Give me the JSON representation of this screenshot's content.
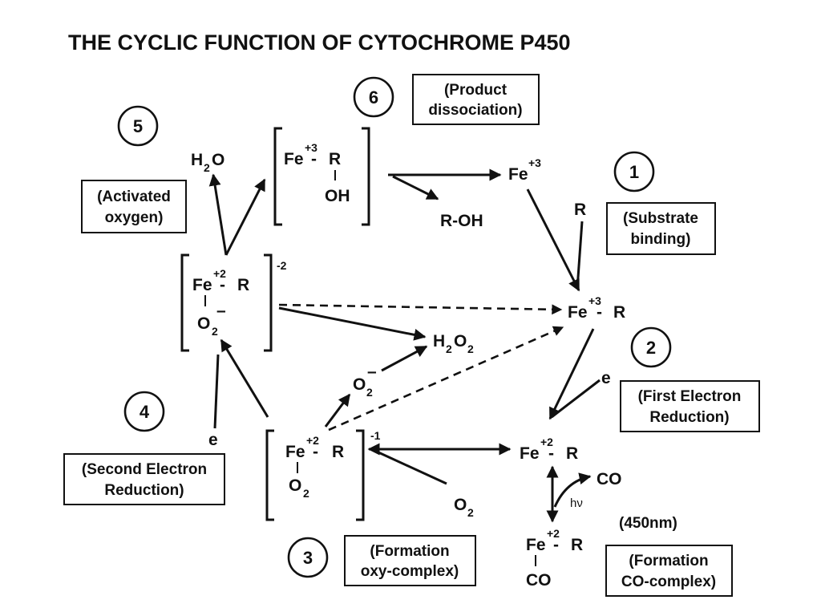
{
  "title": "THE CYCLIC FUNCTION OF CYTOCHROME P450",
  "steps": [
    {
      "number": "1",
      "label_line1": "(Substrate",
      "label_line2": "binding)"
    },
    {
      "number": "2",
      "label_line1": "(First Electron",
      "label_line2": "Reduction)"
    },
    {
      "number": "3",
      "label_line1": "(Formation",
      "label_line2": "oxy-complex)"
    },
    {
      "number": "4",
      "label_line1": "(Second Electron",
      "label_line2": "Reduction)"
    },
    {
      "number": "5",
      "label_line1": "(Activated",
      "label_line2": "oxygen)"
    },
    {
      "number": "6",
      "label_line1": "(Product",
      "label_line2": "dissociation)"
    }
  ],
  "co_label_line1": "(Formation",
  "co_label_line2": "CO-complex)",
  "species": {
    "fe": "Fe",
    "dash": "-",
    "r": "R",
    "oh": "OH",
    "o": "O",
    "co": "CO",
    "sub2": "2",
    "plus3": "+3",
    "plus2": "+2",
    "minus2": "-2",
    "minus1": "-1",
    "minus": "–",
    "e": "e",
    "h": "H",
    "roh": "R-OH",
    "hv": "hν",
    "wavelength": "(450nm)"
  }
}
